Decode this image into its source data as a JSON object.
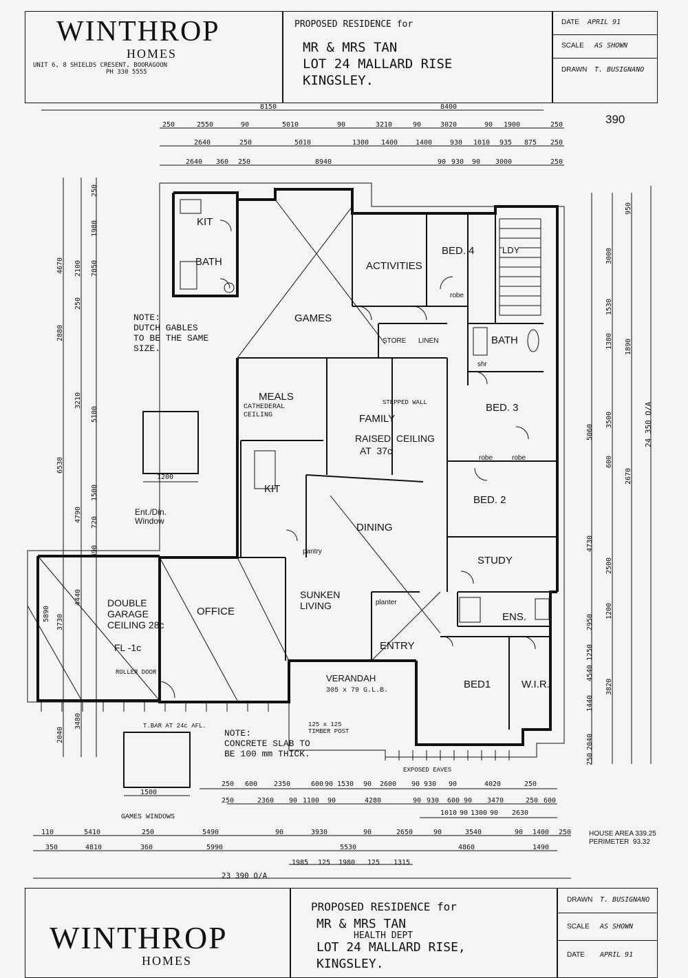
{
  "header": {
    "brand": "WINTHROP",
    "brand_sub": "HOMES",
    "address": "UNIT 6, 8 SHIELDS  CRESENT,  BOORAGOON",
    "phone": "PH  330  5555",
    "title": "PROPOSED  RESIDENCE   for",
    "client": "MR & MRS TAN",
    "lot": "LOT 24  MALLARD  RISE",
    "suburb": "KINGSLEY.",
    "date_label": "DATE",
    "date_value": "APRIL 91",
    "scale_label": "SCALE",
    "scale_value": "AS SHOWN",
    "drawn_label": "DRAWN",
    "drawn_value": "T. BUSIGNANO",
    "plan_number": "390"
  },
  "footer": {
    "title": "PROPOSED   RESIDENCE    for",
    "client": "MR & MRS TAN",
    "lot": "LOT 24 MALLARD RISE,",
    "suburb": "KINGSLEY.",
    "stamp": "HEALTH DEPT",
    "drawn_label": "DRAWN",
    "drawn_value": "T. BUSIGNANO",
    "scale_label": "SCALE",
    "scale_value": "AS SHOWN",
    "date_label": "DATE",
    "date_value": "APRIL 91"
  },
  "rooms": {
    "kit_top": "KIT",
    "bath_top": "BATH",
    "activities": "ACTIVITIES",
    "bed4": "BED. 4",
    "ldy": "LDY",
    "games": "GAMES",
    "store": "STORE",
    "linen": "LINEN",
    "bath": "BATH",
    "meals": "MEALS",
    "meals_ceiling": "CATHEDERAL\nCEILING",
    "family": "FAMILY",
    "family_ceiling": "RAISED  CEILING\n  AT  37c",
    "bed3": "BED. 3",
    "kit": "KIT",
    "dining": "DINING",
    "bed2": "BED. 2",
    "study": "STUDY",
    "garage": "DOUBLE\nGARAGE\nCEILING 28c",
    "office": "OFFICE",
    "sunken": "SUNKEN\nLIVING",
    "ens": "ENS.",
    "entry": "ENTRY",
    "verandah": "VERANDAH",
    "bed1": "BED1",
    "wir": "W.I.R.",
    "robe": "robe",
    "pantry": "pantry",
    "planter": "planter",
    "shr": "shr"
  },
  "notes": {
    "dutch_gables": "NOTE:\nDUTCH GABLES\nTO BE THE SAME\nSIZE.",
    "concrete": "NOTE:\nCONCRETE SLAB TO\nBE 100 mm THICK.",
    "games_windows": "GAMES WINDOWS",
    "ent_din_window": "Ent./Din.\nWindow",
    "fl": "FL -1c",
    "house_area": "HOUSE AREA 339.25",
    "perimeter": "PERIMETER  93.32",
    "overall_width": "23 390 O/A",
    "overall_depth": "24 350 O/A",
    "stepped_wall": "STEPPED WALL",
    "timber_post": "125 x 125\nTIMBER POST",
    "exposed_eaves": "EXPOSED EAVES",
    "roller_door": "ROLLER DOOR",
    "tbar": "T.BAR AT 24c AFL.",
    "verandah_spec": "305 x 79 G.L.B.",
    "window_f1_w": "1200",
    "window_f2_w": "1500"
  },
  "dims": {
    "top_row1": [
      "250",
      "2550",
      "90",
      "5010",
      "90",
      "3210",
      "90",
      "3020",
      "90",
      "1900",
      "250"
    ],
    "top_row2": [
      "2640",
      "250",
      "5010",
      "1300",
      "1400",
      "1400",
      "930",
      "1010",
      "935",
      "875",
      "250"
    ],
    "top_row3": [
      "2640",
      "360",
      "250",
      "8940",
      "90",
      "930",
      "90",
      "3000",
      "250"
    ],
    "top_overall": [
      "8150",
      "8400"
    ],
    "bottom_row1": [
      "250",
      "600",
      "2350",
      "600",
      "90",
      "1530",
      "90",
      "2600",
      "90",
      "930",
      "90",
      "4020",
      "250"
    ],
    "bottom_row2": [
      "250",
      "2360",
      "90",
      "1100",
      "90",
      "4280",
      "90",
      "930",
      "600",
      "90",
      "3470",
      "250",
      "600"
    ],
    "bottom_row3": [
      "1010",
      "90",
      "1300",
      "90",
      "2630"
    ],
    "bottom_row4": [
      "110",
      "5410",
      "250",
      "5490",
      "90",
      "3930",
      "90",
      "2650",
      "90",
      "3540",
      "90",
      "1400",
      "250"
    ],
    "bottom_row5": [
      "350",
      "4810",
      "360",
      "5990",
      "5530",
      "4860",
      "1490"
    ],
    "bottom_row6": [
      "1985",
      "125",
      "1980",
      "125",
      "1315"
    ],
    "right_col": [
      "950",
      "3000",
      "1530",
      "1380",
      "1890",
      "3500",
      "5060",
      "600",
      "2670",
      "4730",
      "2500",
      "1200",
      "2950",
      "4540",
      "3820",
      "1440",
      "2040",
      "1250",
      "250"
    ],
    "left_col": [
      "250",
      "1980",
      "4670",
      "2100",
      "7050",
      "250",
      "2880",
      "3210",
      "5100",
      "6530",
      "1500",
      "4790",
      "720",
      "490",
      "5890",
      "3730",
      "4440",
      "2040",
      "3480"
    ]
  }
}
